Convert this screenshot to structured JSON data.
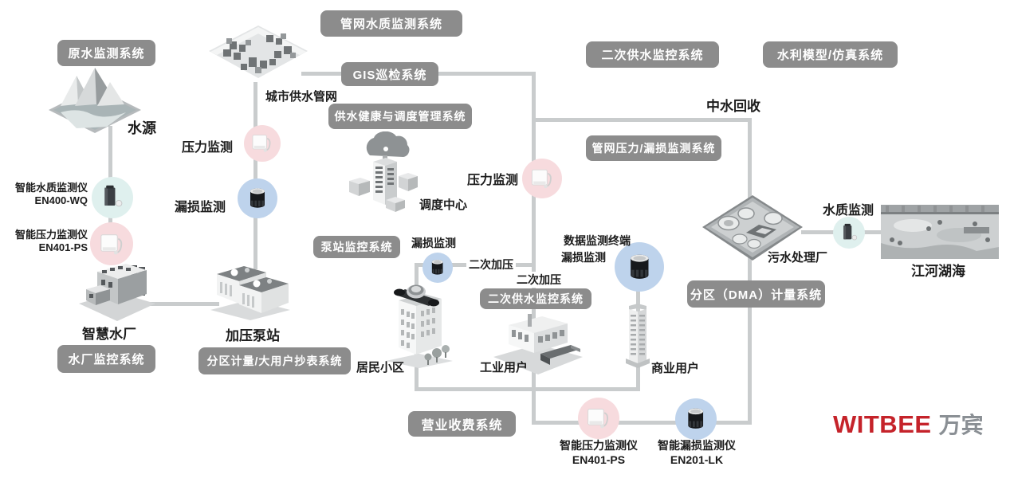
{
  "system_boxes": {
    "raw_water": "原水监测系统",
    "pipe_quality": "管网水质监测系统",
    "gis": "GIS巡检系统",
    "health_dispatch": "供水健康与调度管理系统",
    "secondary_top": "二次供水监控系统",
    "hydraulic_model": "水利模型/仿真系统",
    "pipe_pressure_leak": "管网压力/漏损监测系统",
    "pump_station_monitor": "泵站监控系统",
    "plant_monitor": "水厂监控系统",
    "district_meter_reading": "分区计量/大用户抄表系统",
    "secondary_mid": "二次供水监控系统",
    "dma_metering": "分区（DMA）计量系统",
    "billing": "营业收费系统"
  },
  "node_labels": {
    "water_source": "水源",
    "city_pipe_network": "城市供水管网",
    "smart_water_plant": "智慧水厂",
    "booster_pump_station": "加压泵站",
    "dispatch_center": "调度中心",
    "reclaimed_water": "中水回收",
    "residential": "居民小区",
    "industrial": "工业用户",
    "commercial": "商业用户",
    "sewage_plant": "污水处理厂",
    "rivers_lakes": "江河湖海"
  },
  "sensor_labels": {
    "pressure_monitor_city": "压力监测",
    "leak_monitor_city": "漏损监测",
    "pressure_monitor_mid": "压力监测",
    "leak_monitor_left": "漏损监测",
    "secondary_boost_1": "二次加压",
    "secondary_boost_2": "二次加压",
    "data_terminal": "数据监测终端",
    "leak_monitor_terminal": "漏损监测",
    "water_quality_monitor": "水质监测"
  },
  "devices": {
    "wq_left": {
      "name": "智能水质监测仪",
      "model": "EN400-WQ"
    },
    "ps_left": {
      "name": "智能压力监测仪",
      "model": "EN401-PS"
    },
    "ps_bottom": {
      "name": "智能压力监测仪",
      "model": "EN401-PS"
    },
    "lk_bottom": {
      "name": "智能漏损监测仪",
      "model": "EN201-LK"
    }
  },
  "logo": {
    "brand": "WITBEE",
    "brand_cn": "万宾"
  },
  "colors": {
    "box_gray": "#8c8c8c",
    "line_gray": "#c9cccd",
    "circle_pink": "#f7dbde",
    "circle_blue": "#bed3ec",
    "circle_cyan": "#dff0ee",
    "logo_red": "#c5232a",
    "logo_gray": "#8a8f94"
  }
}
